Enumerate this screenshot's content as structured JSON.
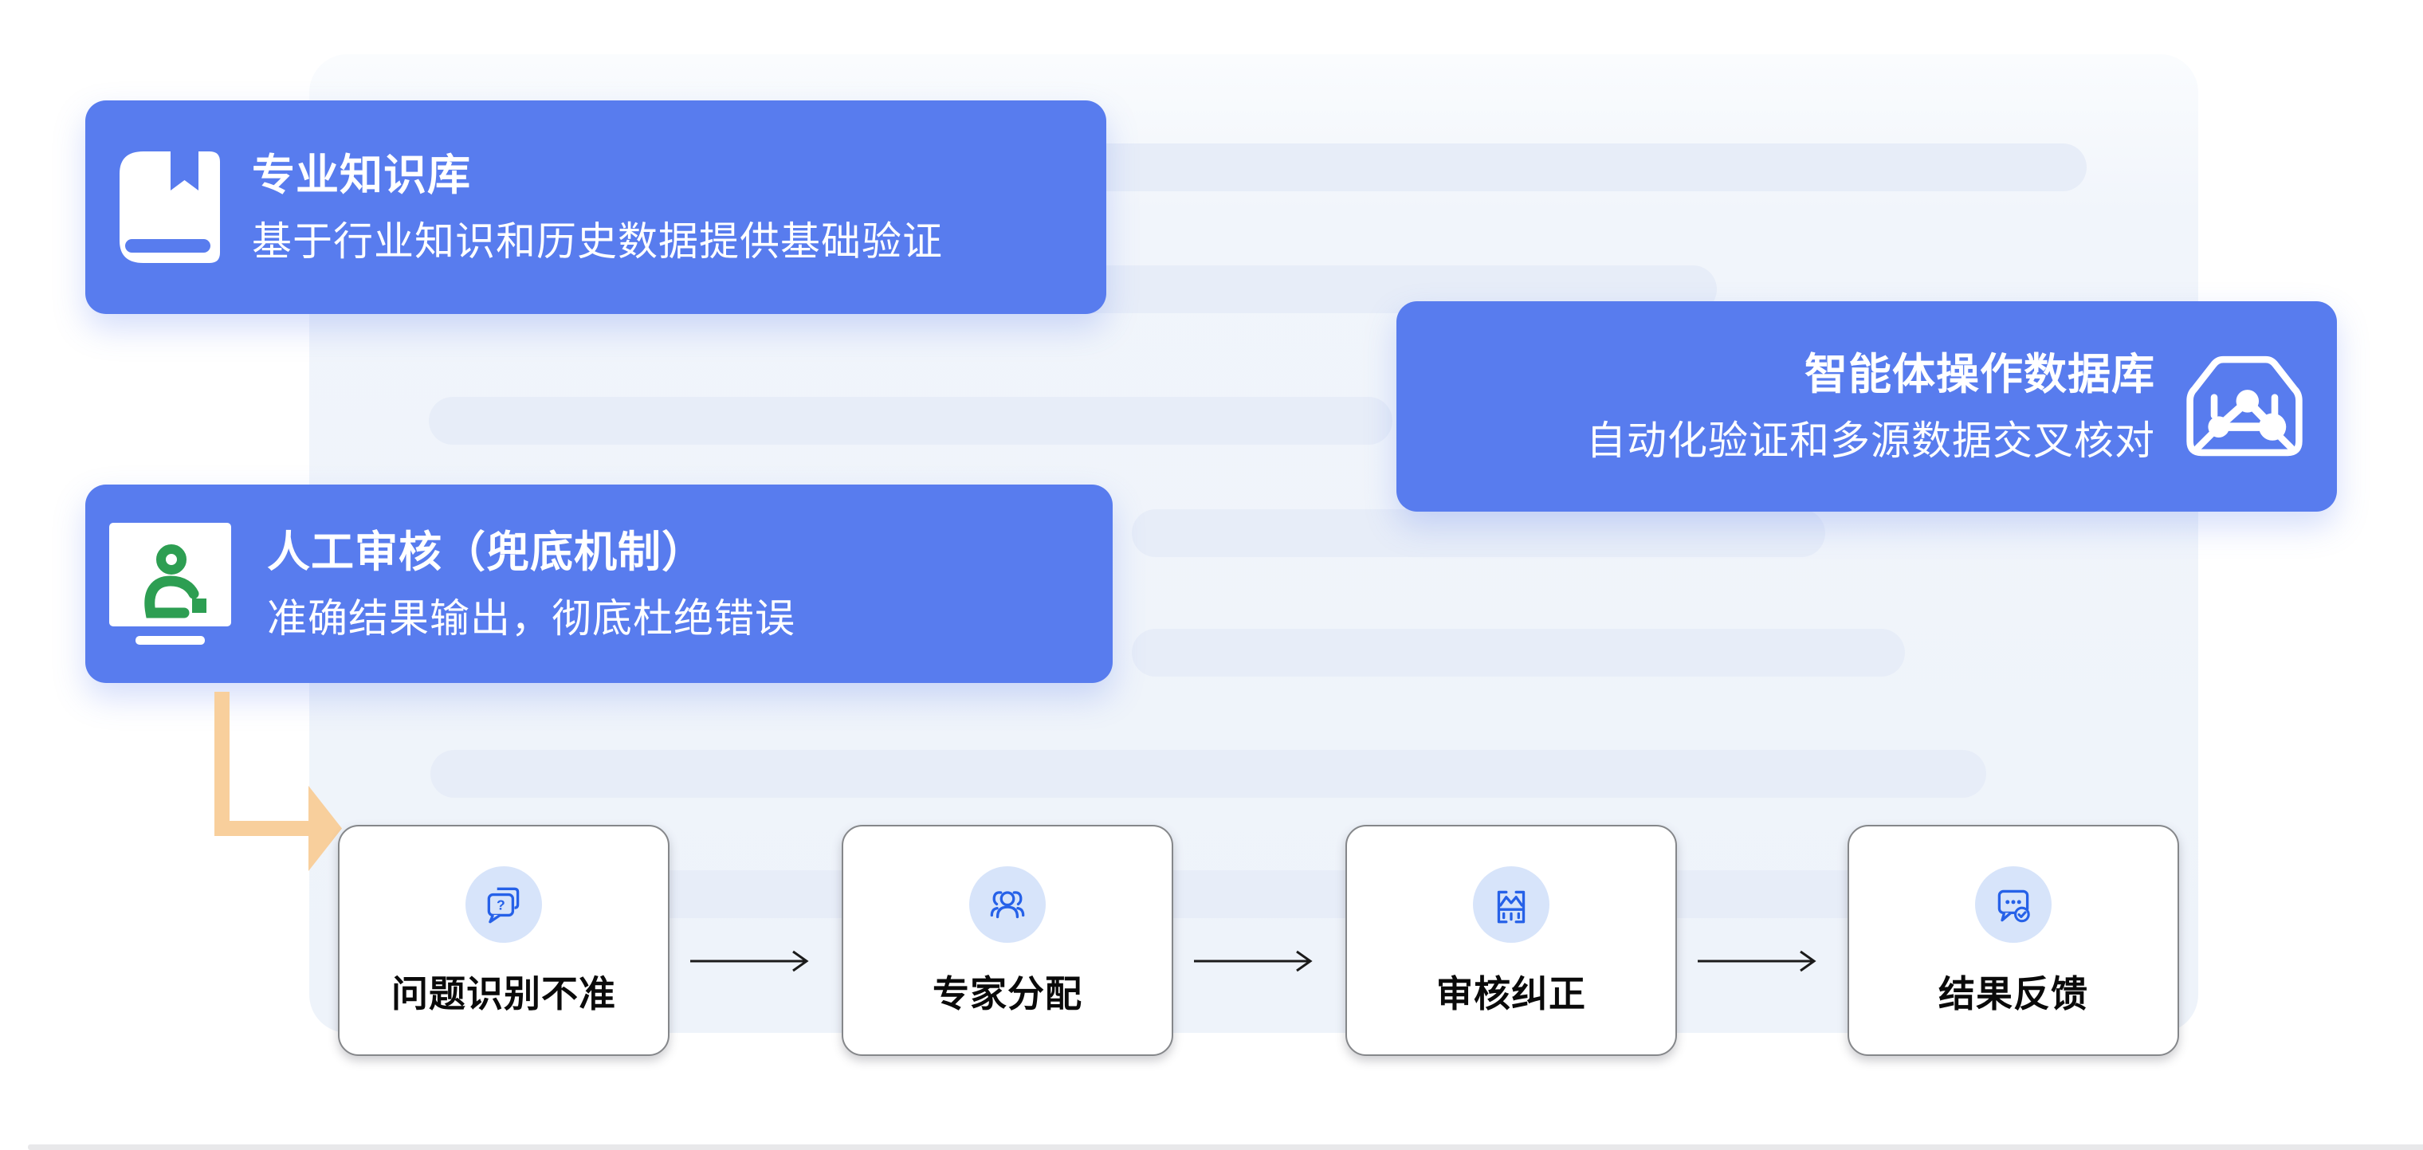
{
  "colors": {
    "card_blue": "#587CEE",
    "panel_bg": "#EEF3FA",
    "skeleton_bar": "#E7EDF8",
    "icon_blue": "#2661E8",
    "icon_circle_bg": "#D7E4FA",
    "green_icon": "#2D9E52",
    "orange_arrow": "#F8CF9C",
    "step_border": "#85878A"
  },
  "callouts": [
    {
      "id": "knowledge-base",
      "icon": "book-icon",
      "title": "专业知识库",
      "subtitle": "基于行业知识和历史数据提供基础验证"
    },
    {
      "id": "agent-operation-db",
      "icon": "data-box-icon",
      "title": "智能体操作数据库",
      "subtitle": "自动化验证和多源数据交叉核对"
    },
    {
      "id": "manual-review",
      "icon": "person-monitor-icon",
      "title": "人工审核（兜底机制）",
      "subtitle": "准确结果输出，彻底杜绝错误"
    }
  ],
  "flow": {
    "steps": [
      {
        "id": "step-1",
        "icon": "question-bubble-icon",
        "label": "问题识别不准"
      },
      {
        "id": "step-2",
        "icon": "experts-group-icon",
        "label": "专家分配"
      },
      {
        "id": "step-3",
        "icon": "audit-correct-icon",
        "label": "审核纠正"
      },
      {
        "id": "step-4",
        "icon": "feedback-check-icon",
        "label": "结果反馈"
      }
    ]
  }
}
